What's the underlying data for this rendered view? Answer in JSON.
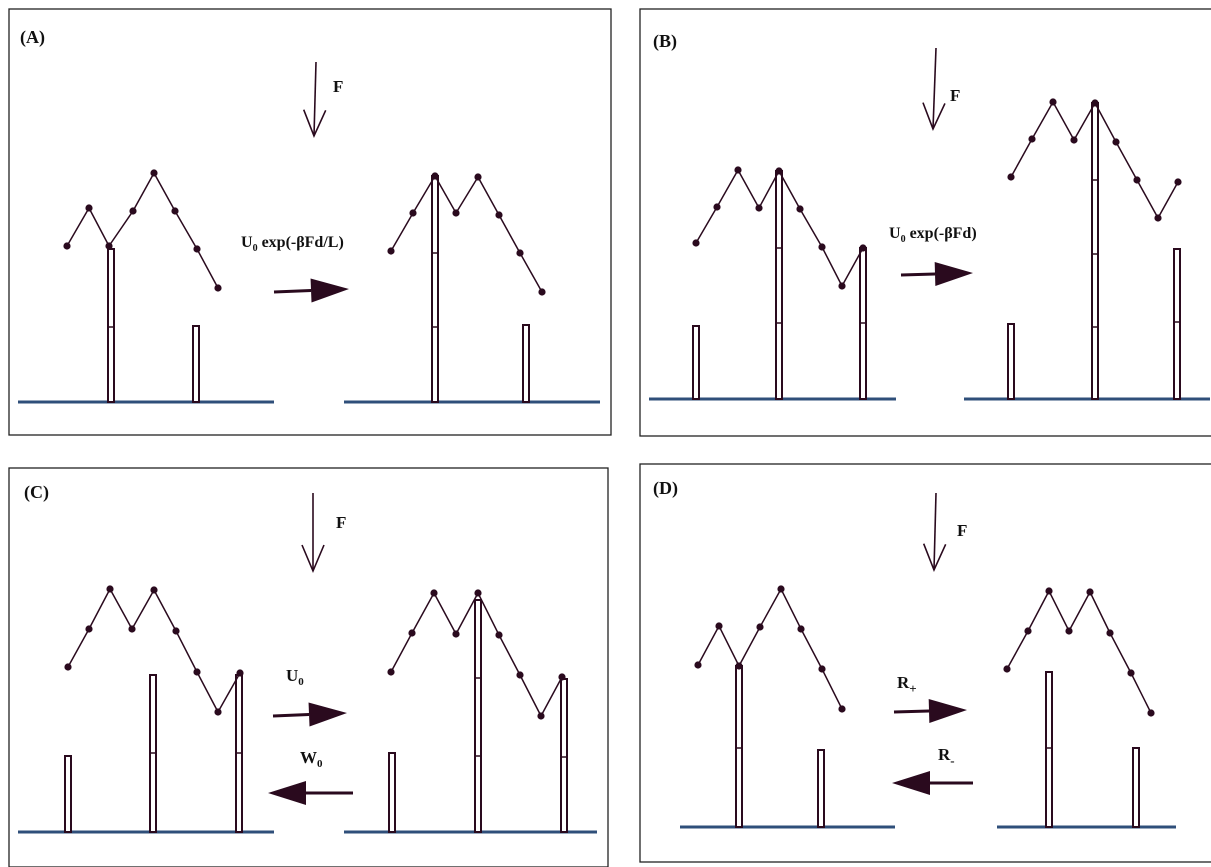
{
  "panels": {
    "A": {
      "label": "(A)",
      "force_label": "F",
      "rate_prefix": "U",
      "rate_sub": "0",
      "rate_suffix": " exp(-βFd/L)"
    },
    "B": {
      "label": "(B)",
      "force_label": "F",
      "rate_prefix": "U",
      "rate_sub": "0",
      "rate_suffix": " exp(-βFd)"
    },
    "C": {
      "label": "(C)",
      "force_label": "F",
      "forward_prefix": "U",
      "forward_sub": "0",
      "backward_prefix": "W",
      "backward_sub": "0"
    },
    "D": {
      "label": "(D)",
      "force_label": "F",
      "forward_prefix": "R",
      "forward_sub": "+",
      "backward_prefix": "R",
      "backward_sub": "-"
    }
  },
  "colors": {
    "polymer": "#2a0a1e",
    "ground": "#2f4f7a",
    "frame": "#222222"
  }
}
